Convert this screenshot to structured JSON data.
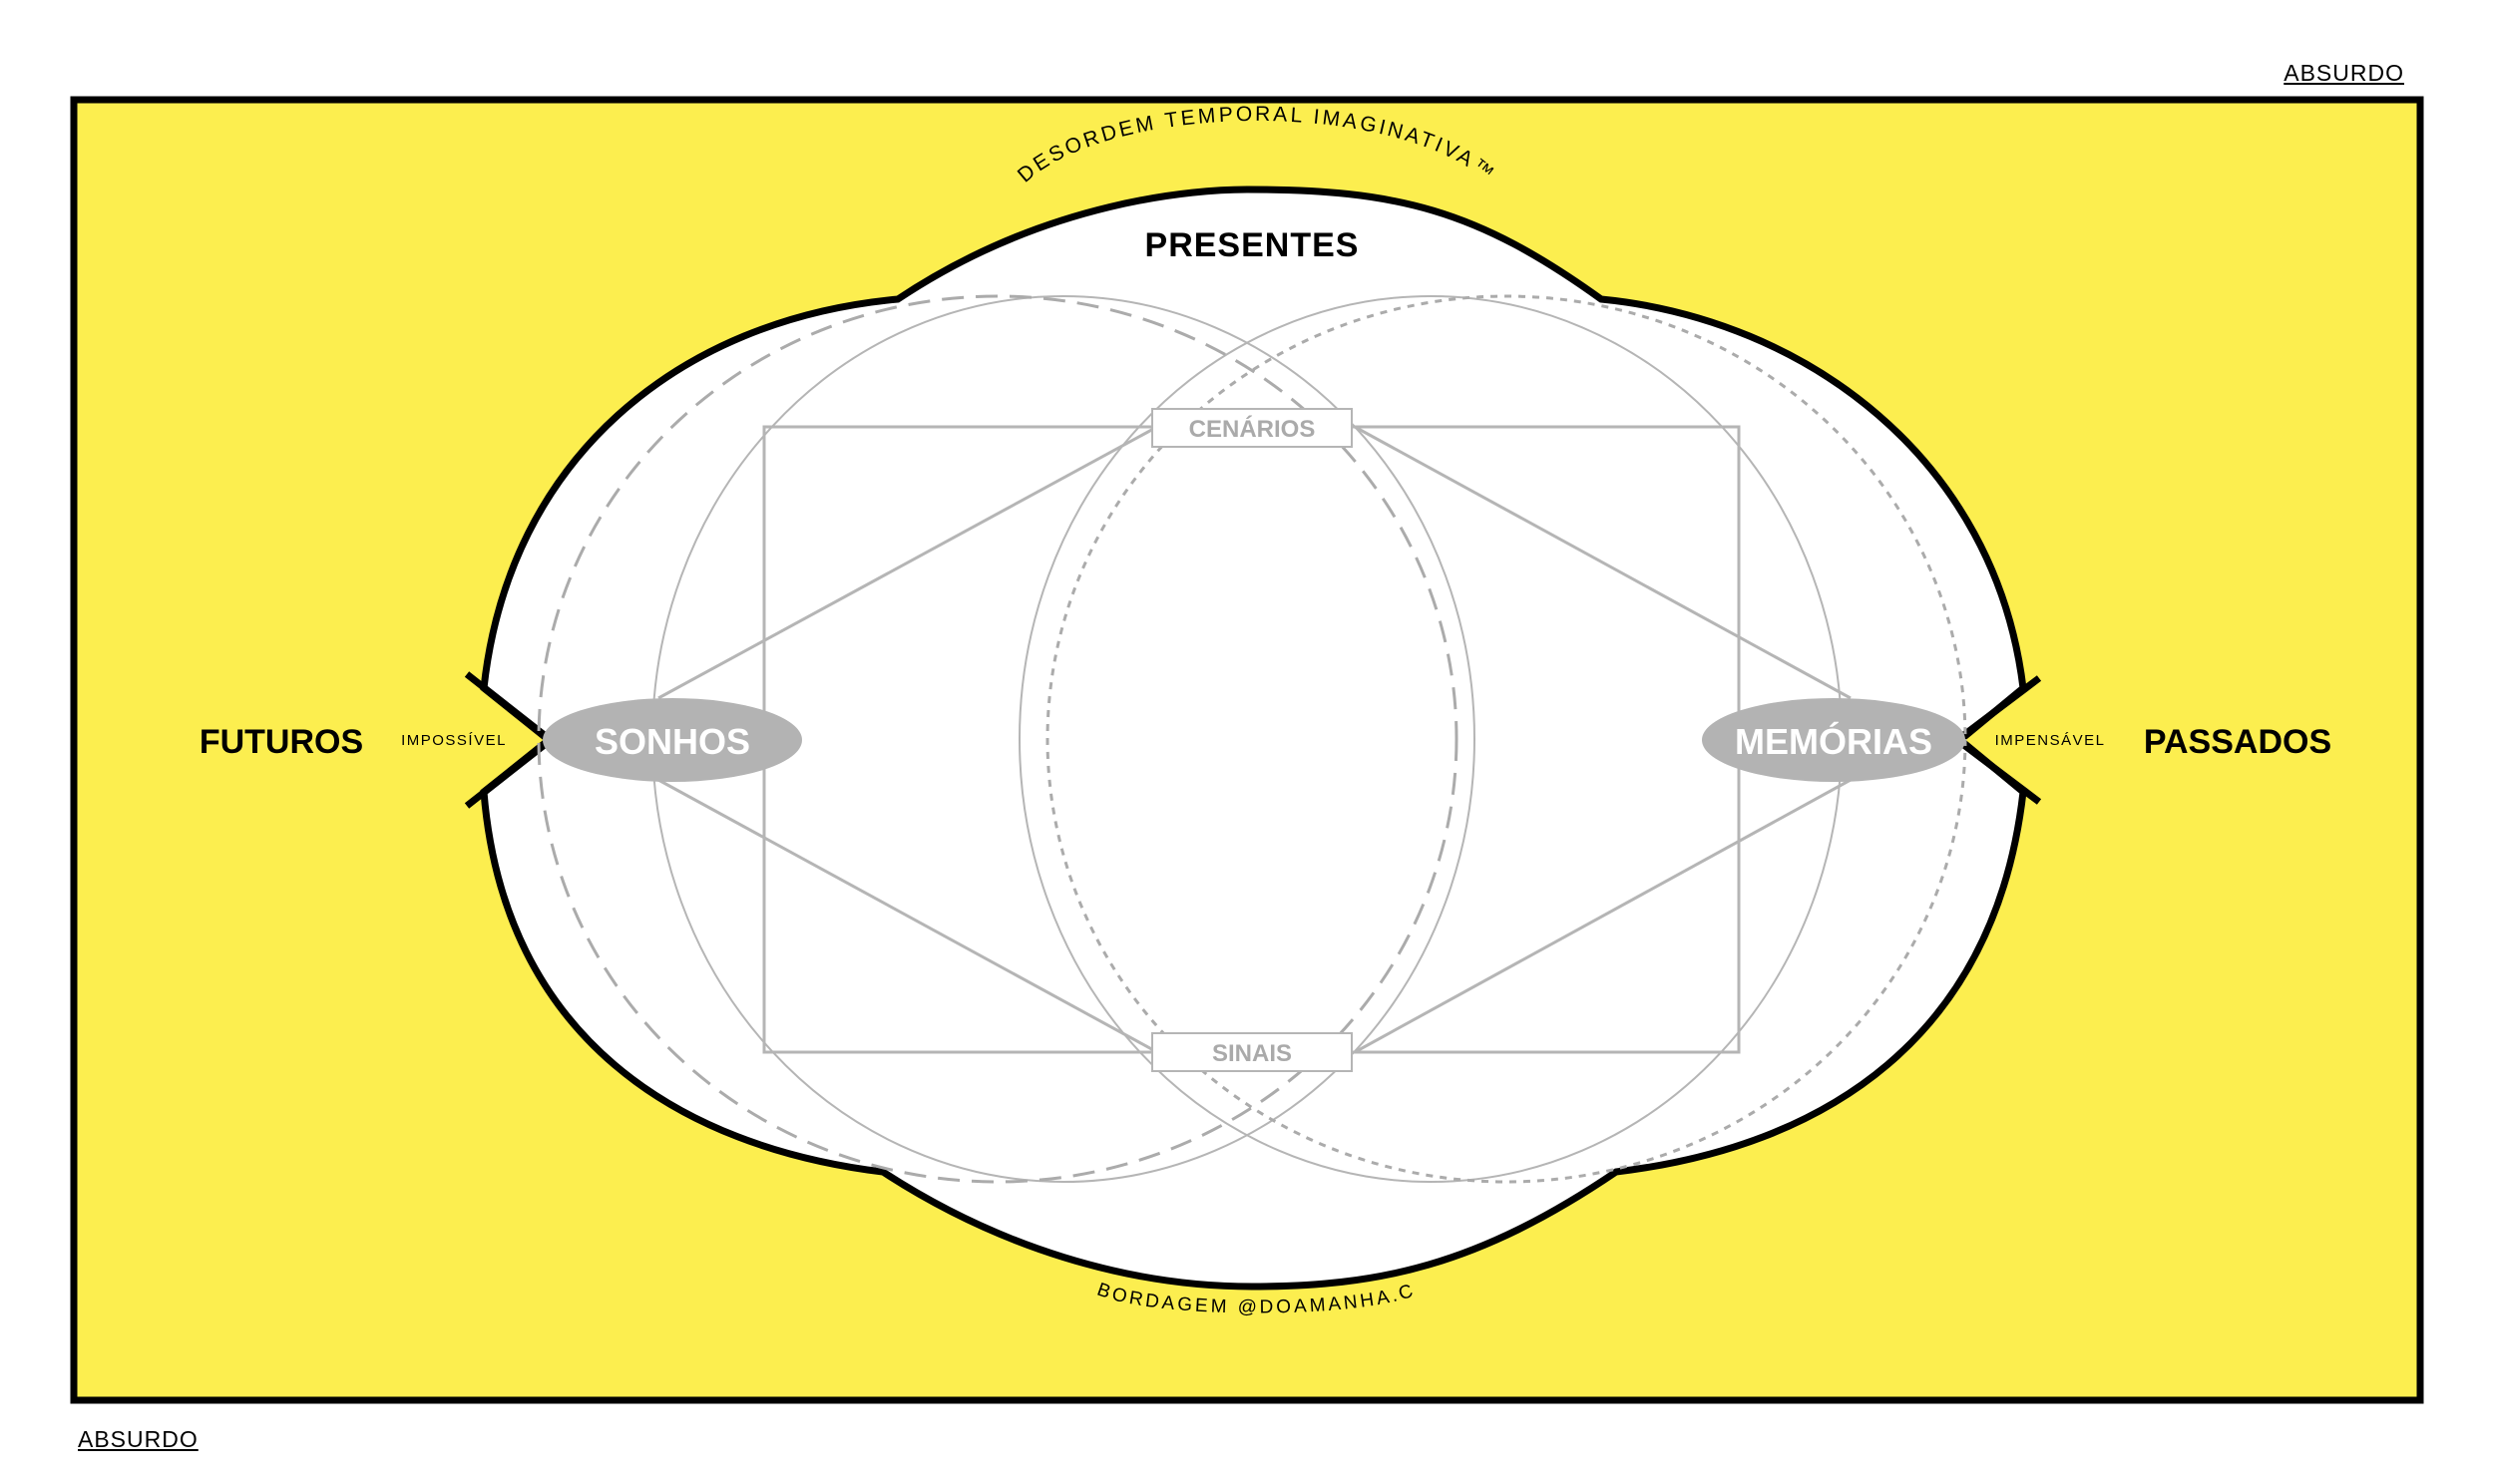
{
  "labels": {
    "absurdo_top": "ABSURDO",
    "absurdo_bottom": "ABSURDO",
    "arc_top": "DESORDEM TEMPORAL IMAGINATIVA™",
    "arc_bottom": "ABORDAGEM @DOAMANHA.CC",
    "presentes": "PRESENTES",
    "futuros": "FUTUROS",
    "passados": "PASSADOS",
    "impossivel": "IMPOSSÍVEL",
    "impensavel": "IMPENSÁVEL",
    "sonhos": "SONHOS",
    "memorias": "MEMÓRIAS",
    "cenarios": "CENÁRIOS",
    "sinais": "SINAIS"
  },
  "colors": {
    "background_field": "#FCEE4F",
    "outline": "#000000",
    "inner_lines": "#B5B5B5",
    "pill_fill": "#B3B3B3",
    "pill_text": "#FFFFFF",
    "box_text": "#AAAAAA"
  }
}
